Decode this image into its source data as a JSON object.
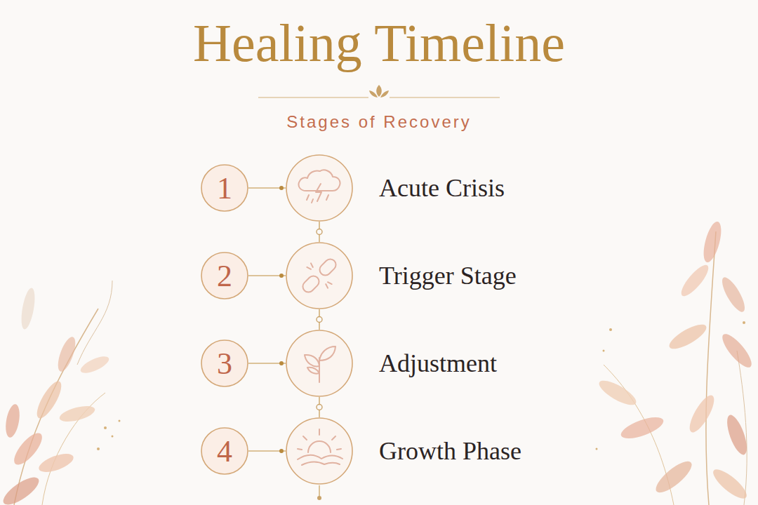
{
  "diagram": {
    "title": "Healing Timeline",
    "nodes": [
      {
        "text": [
          "1"
        ]
      },
      {
        "text": [
          "Acute Crisis"
        ]
      },
      {
        "text": [
          "2"
        ]
      },
      {
        "text": [
          "Trigger Stage"
        ]
      },
      {
        "text": [
          "3"
        ]
      },
      {
        "text": [
          "Adjustment"
        ]
      },
      {
        "text": [
          "4"
        ]
      },
      {
        "text": [
          "Growth Phase"
        ]
      }
    ],
    "edges": [
      {
        "from": 0,
        "to": 1,
        "arrow": "none"
      },
      {
        "from": 1,
        "to": 3,
        "arrow": "none"
      },
      {
        "from": 2,
        "to": 3,
        "arrow": "none"
      },
      {
        "from": 3,
        "to": 5,
        "arrow": "none"
      },
      {
        "from": 4,
        "to": 5,
        "arrow": "none"
      },
      {
        "from": 5,
        "to": 7,
        "arrow": "none"
      },
      {
        "from": 6,
        "to": 7,
        "arrow": "none"
      }
    ],
    "labels": [
      "Stages of Recovery"
    ]
  }
}
